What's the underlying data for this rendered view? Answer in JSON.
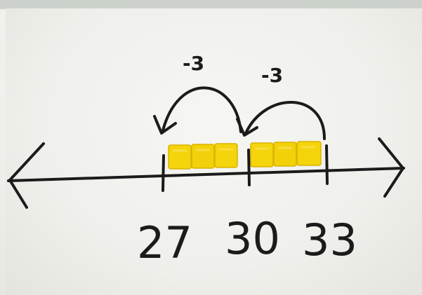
{
  "number_line": {
    "ticks": [
      "27",
      "30",
      "33"
    ]
  },
  "jumps": [
    {
      "label": "-3"
    },
    {
      "label": "-3"
    }
  ],
  "cubes": {
    "groups": 2,
    "per_group": 3,
    "color": "#f2d10a"
  },
  "colors": {
    "ink": "#1b1b1b",
    "board": "#f1f1ee"
  }
}
